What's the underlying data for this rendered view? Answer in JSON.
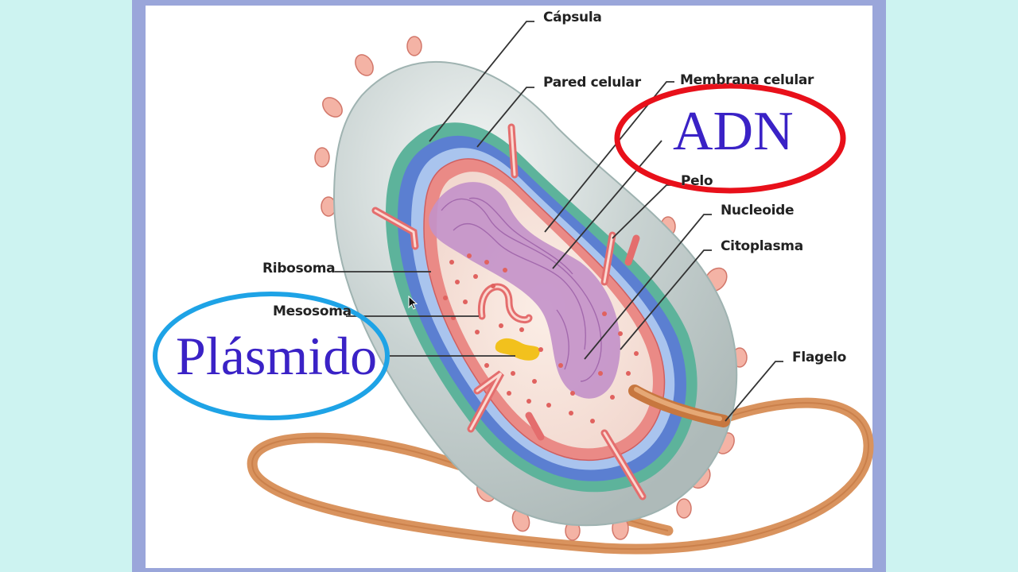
{
  "labels": {
    "capsula": "Cápsula",
    "pared_celular": "Pared celular",
    "membrana_celular": "Membrana celular",
    "pelo": "Pelo",
    "nucleoide": "Nucleoide",
    "citoplasma": "Citoplasma",
    "ribosoma": "Ribosoma",
    "mesosoma": "Mesosoma",
    "flagelo": "Flagelo"
  },
  "highlights": {
    "adn": "ADN",
    "plasmido": "Plásmido"
  },
  "colors": {
    "background": "#cdf3f1",
    "frame": "#9aa6da",
    "adn_ring": "#e8101a",
    "plasmido_ring": "#1ea3e6",
    "highlight_text": "#3a22c6"
  }
}
